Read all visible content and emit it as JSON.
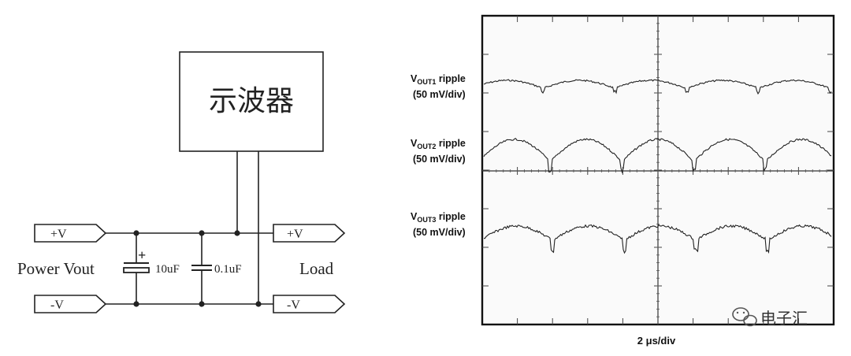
{
  "circuit": {
    "scope_label": "示波器",
    "source_label": "Power Vout",
    "load_label": "Load",
    "terminals": {
      "source_pos": "+V",
      "source_neg": "-V",
      "load_pos": "+V",
      "load_neg": "-V"
    },
    "capacitors": {
      "electrolytic_value": "10uF",
      "electrolytic_polarity": "+",
      "ceramic_value": "0.1uF"
    }
  },
  "scope": {
    "xlabel": "2 μs/div",
    "traces": [
      {
        "name": "V",
        "sub": "OUT1",
        "suffix": " ripple",
        "scale": "(50 mV/div)"
      },
      {
        "name": "V",
        "sub": "OUT2",
        "suffix": " ripple",
        "scale": "(50 mV/div)"
      },
      {
        "name": "V",
        "sub": "OUT3",
        "suffix": " ripple",
        "scale": "(50 mV/div)"
      }
    ]
  },
  "watermark": {
    "text": "电子汇"
  }
}
